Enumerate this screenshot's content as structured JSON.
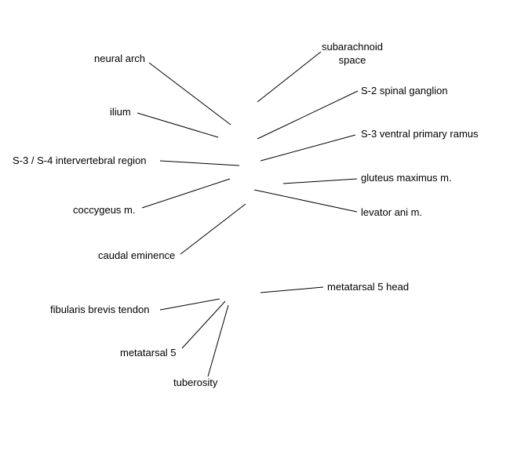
{
  "labels": {
    "neural_arch": "neural arch",
    "subarachnoid_line1": "subarachnoid",
    "subarachnoid_line2": "space",
    "s2_spinal_ganglion": "S-2 spinal ganglion",
    "ilium": "ilium",
    "s3_ventral_primary_ramus": "S-3 ventral primary ramus",
    "s3_s4_intervertebral_region": "S-3 / S-4 intervertebral region",
    "gluteus_maximus": "gluteus maximus m.",
    "coccygeus": "coccygeus m.",
    "levator_ani": "levator ani m.",
    "caudal_eminence": "caudal eminence",
    "metatarsal5_head": "metatarsal 5 head",
    "fibularis_brevis_tendon": "fibularis brevis tendon",
    "metatarsal5": "metatarsal 5",
    "tuberosity": "tuberosity"
  },
  "colors": {
    "background": "#ffffff",
    "ink": "#000000"
  }
}
